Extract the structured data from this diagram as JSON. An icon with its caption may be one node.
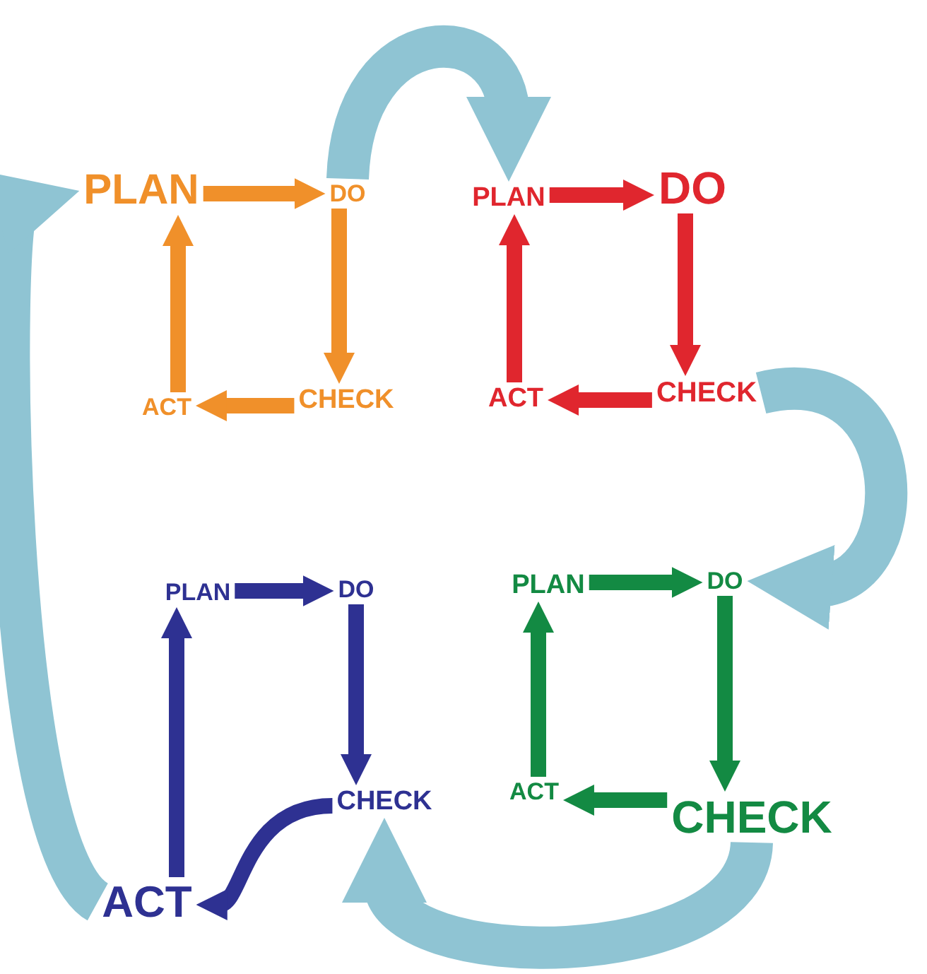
{
  "diagram": {
    "nodes": [
      {
        "text": [
          "PLAN"
        ]
      },
      {
        "text": [
          "DO"
        ]
      },
      {
        "text": [
          "CHECK"
        ]
      },
      {
        "text": [
          "ACT"
        ]
      },
      {
        "text": [
          "PLAN"
        ]
      },
      {
        "text": [
          "DO"
        ]
      },
      {
        "text": [
          "CHECK"
        ]
      },
      {
        "text": [
          "ACT"
        ]
      },
      {
        "text": [
          "PLAN"
        ]
      },
      {
        "text": [
          "DO"
        ]
      },
      {
        "text": [
          "CHECK"
        ]
      },
      {
        "text": [
          "ACT"
        ]
      },
      {
        "text": [
          "PLAN"
        ]
      },
      {
        "text": [
          "DO"
        ]
      },
      {
        "text": [
          "CHECK"
        ]
      },
      {
        "text": [
          "ACT"
        ]
      }
    ],
    "edges": [
      {
        "from": 0,
        "to": 1,
        "arrow": "to",
        "color": "#f0902a"
      },
      {
        "from": 1,
        "to": 2,
        "arrow": "to",
        "color": "#f0902a"
      },
      {
        "from": 2,
        "to": 3,
        "arrow": "to",
        "color": "#f0902a"
      },
      {
        "from": 3,
        "to": 0,
        "arrow": "to",
        "color": "#f0902a"
      },
      {
        "from": 4,
        "to": 5,
        "arrow": "to",
        "color": "#e0262e"
      },
      {
        "from": 5,
        "to": 6,
        "arrow": "to",
        "color": "#e0262e"
      },
      {
        "from": 6,
        "to": 7,
        "arrow": "to",
        "color": "#e0262e"
      },
      {
        "from": 7,
        "to": 4,
        "arrow": "to",
        "color": "#e0262e"
      },
      {
        "from": 8,
        "to": 9,
        "arrow": "to",
        "color": "#2e3192"
      },
      {
        "from": 9,
        "to": 10,
        "arrow": "to",
        "color": "#2e3192"
      },
      {
        "from": 10,
        "to": 11,
        "arrow": "to",
        "color": "#2e3192"
      },
      {
        "from": 11,
        "to": 8,
        "arrow": "to",
        "color": "#2e3192"
      },
      {
        "from": 12,
        "to": 13,
        "arrow": "to",
        "color": "#138a43"
      },
      {
        "from": 13,
        "to": 14,
        "arrow": "to",
        "color": "#138a43"
      },
      {
        "from": 14,
        "to": 15,
        "arrow": "to",
        "color": "#138a43"
      },
      {
        "from": 15,
        "to": 12,
        "arrow": "to",
        "color": "#138a43"
      },
      {
        "from": 1,
        "to": 4,
        "arrow": "to",
        "style": "thick",
        "color": "#8fc4d3"
      },
      {
        "from": 6,
        "to": 13,
        "arrow": "to",
        "style": "thick",
        "color": "#8fc4d3"
      },
      {
        "from": 14,
        "to": 10,
        "arrow": "to",
        "style": "thick",
        "color": "#8fc4d3"
      },
      {
        "from": 11,
        "to": 0,
        "arrow": "to",
        "style": "thick",
        "color": "#8fc4d3"
      }
    ]
  }
}
